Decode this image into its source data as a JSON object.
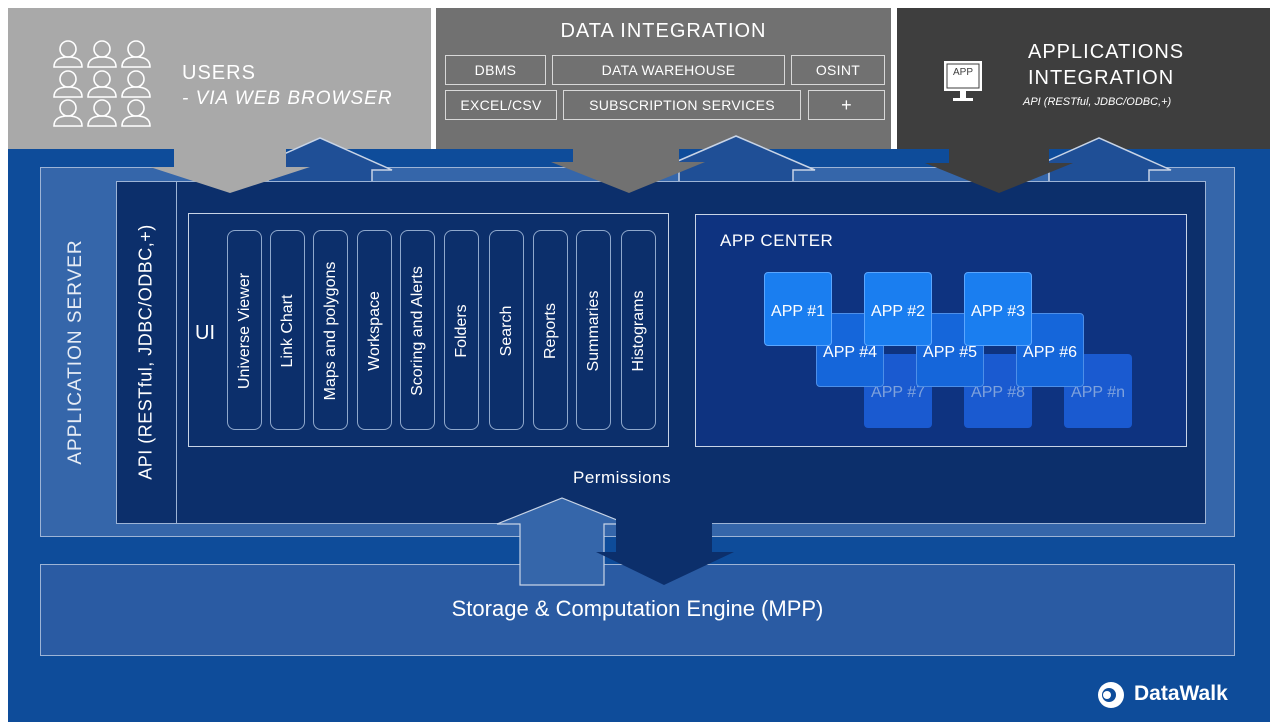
{
  "users": {
    "title": "USERS",
    "subtitle": "- VIA WEB BROWSER"
  },
  "data_integration": {
    "title": "DATA INTEGRATION",
    "sources": [
      "DBMS",
      "DATA WAREHOUSE",
      "OSINT",
      "EXCEL/CSV",
      "SUBSCRIPTION SERVICES",
      "+"
    ]
  },
  "applications_integration": {
    "title_line1": "APPLICATIONS",
    "title_line2": "INTEGRATION",
    "subtitle": "API (RESTful, JDBC/ODBC,+)",
    "monitor_label": "APP"
  },
  "application_server": {
    "label": "APPLICATION SERVER"
  },
  "api": {
    "label": "API (RESTful, JDBC/ODBC,+)"
  },
  "ui": {
    "label": "UI",
    "modules": [
      "Universe Viewer",
      "Link Chart",
      "Maps and polygons",
      "Workspace",
      "Scoring and Alerts",
      "Folders",
      "Search",
      "Reports",
      "Summaries",
      "Histograms"
    ]
  },
  "app_center": {
    "title": "APP CENTER",
    "apps": [
      "APP #1",
      "APP #2",
      "APP #3",
      "APP #4",
      "APP #5",
      "APP #6",
      "APP #7",
      "APP #8",
      "APP #n"
    ]
  },
  "permissions": {
    "label": "Permissions"
  },
  "storage": {
    "label": "Storage & Computation Engine (MPP)"
  },
  "brand": {
    "name": "DataWalk"
  },
  "colors": {
    "background": "#0e4c9a",
    "app_server_panel": "#3566aa",
    "inner_panel": "#0c2f6b",
    "app_tile": "#1a7ef0",
    "users_panel": "#a9a9a9",
    "data_integration_panel": "#717171",
    "applications_panel": "#3e3e3e"
  }
}
